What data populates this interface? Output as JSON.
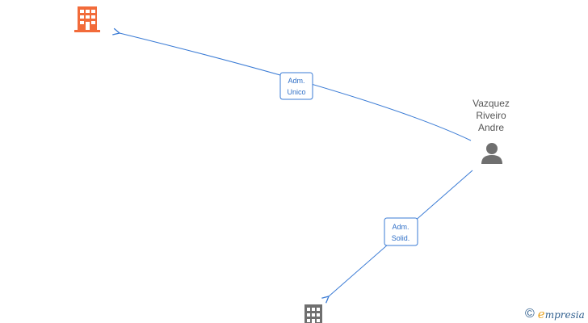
{
  "nodes": {
    "company_top": {
      "icon": "building-icon",
      "color": "#f26b3a"
    },
    "company_bottom": {
      "icon": "building-icon",
      "color": "#6f6f6f"
    },
    "person": {
      "icon": "person-icon",
      "color": "#6f6f6f",
      "name_lines": [
        "Vazquez",
        "Riveiro",
        "Andre"
      ]
    }
  },
  "edges": [
    {
      "from": "person",
      "to": "company_top",
      "label_lines": [
        "Adm.",
        "Unico"
      ]
    },
    {
      "from": "person",
      "to": "company_bottom",
      "label_lines": [
        "Adm.",
        "Solid."
      ]
    }
  ],
  "colors": {
    "edge": "#3a7bd5",
    "label_text": "#2f6fc7"
  },
  "watermark": {
    "symbol": "©",
    "brand_initial": "e",
    "brand_rest": "mpresia"
  }
}
